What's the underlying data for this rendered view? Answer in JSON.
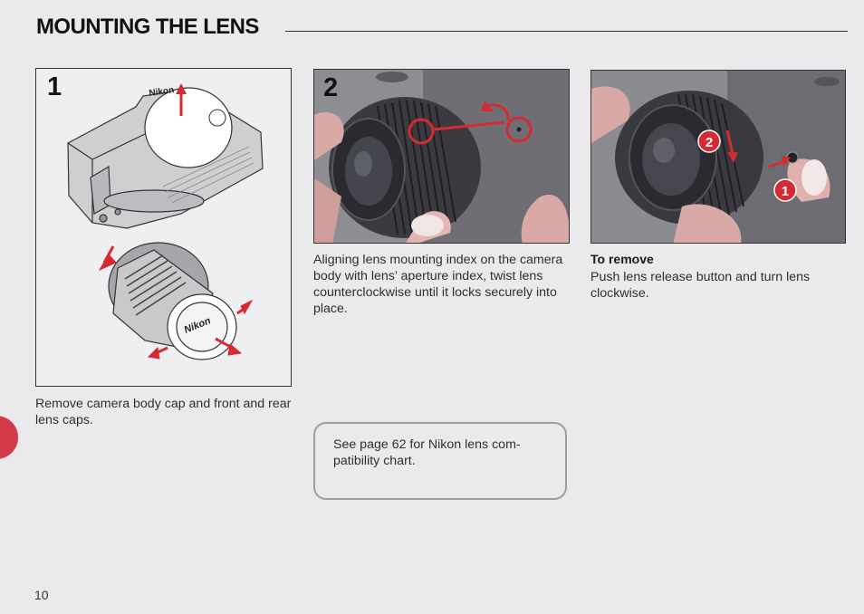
{
  "header": {
    "title": "MOUNTING THE LENS"
  },
  "steps": [
    {
      "number": "1",
      "caption": "Remove camera body cap and front and rear lens caps."
    },
    {
      "number": "2",
      "caption": "Aligning lens mounting index on the camera body with lens’ aperture index, twist lens counterclockwise until it locks securely into place."
    }
  ],
  "remove": {
    "heading": "To remove",
    "text": "Push lens release button and turn lens clockwise.",
    "markers": [
      "2",
      "1"
    ]
  },
  "note": {
    "text": "See page 62 for Nikon lens com-patibility chart."
  },
  "illustration_labels": {
    "body_brand": "Nikon",
    "cap_brand": "Nikon"
  },
  "footer": {
    "page_number": "10"
  },
  "colors": {
    "accent_red": "#d42a32",
    "text": "#2f2f2f",
    "background": "#eae9eb"
  }
}
